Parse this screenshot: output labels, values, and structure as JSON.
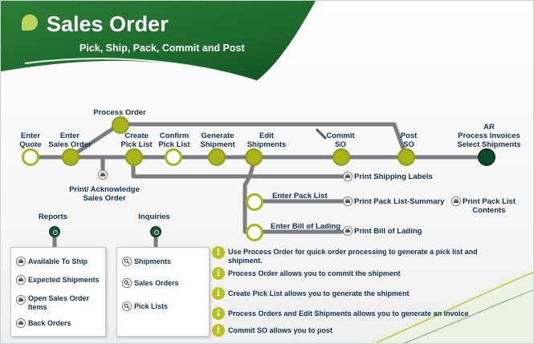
{
  "header": {
    "title": "Sales Order",
    "subtitle": "Pick, Ship, Pack, Commit and Post"
  },
  "flow": {
    "enter_quote": [
      "Enter",
      "Quote"
    ],
    "enter_sales_order": [
      "Enter",
      "Sales Order"
    ],
    "process_order": "Process Order",
    "create_pick_list": [
      "Create",
      "Pick List"
    ],
    "confirm_pick_list": [
      "Confirm",
      "Pick List"
    ],
    "generate_shipment": [
      "Generate",
      "Shipment"
    ],
    "edit_shipments": [
      "Edit",
      "Shipments"
    ],
    "commit_so": [
      "Commit",
      "SO"
    ],
    "post_so": [
      "Post",
      "SO"
    ],
    "ar_process": [
      "AR",
      "Process Invoices",
      "Select Shipments"
    ],
    "print_acknowledge": [
      "Print/ Acknowledge",
      "Sales Order"
    ],
    "print_shipping_labels": "Print Shipping Labels",
    "enter_pack_list": "Enter Pack List",
    "print_pack_list_summary": "Print Pack List-Summary",
    "print_pack_list_contents": [
      "Print Pack List",
      "Contents"
    ],
    "enter_bill_of_lading": "Enter Bill of Lading",
    "print_bill_of_lading": "Print Bill of Lading"
  },
  "reports": {
    "label": "Reports",
    "items": [
      "Available To Ship",
      "Expected Shipments",
      "Open Sales Order Items",
      "Back Orders"
    ]
  },
  "inquiries": {
    "label": "Inquiries",
    "items": [
      "Shipments",
      "Sales Orders",
      "Pick Lists"
    ]
  },
  "tips": [
    "Use Process Order for quick order processing to generate a pick list and shipment.",
    "Process Order allows you to commit the shipment",
    "Create Pick List allows you to generate the shipment",
    "Process Orders and Edit Shipments allows you to generate an invoice",
    "Commit SO allows you to post"
  ],
  "colors": {
    "header_green": "#1e6b2e",
    "node_green": "#a7b51b",
    "line_gray": "#7a7d80",
    "ar_node": "#0c4a2c",
    "text_navy": "#0f2f55"
  }
}
